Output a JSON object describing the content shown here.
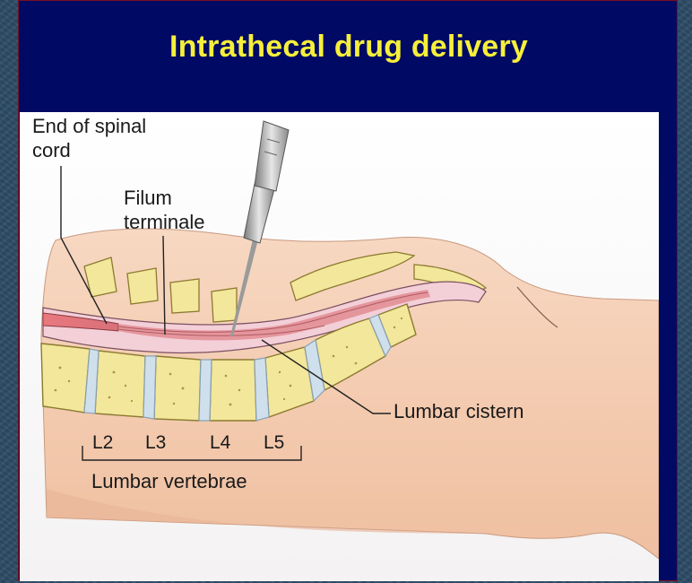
{
  "slide": {
    "title": "Intrathecal drug delivery"
  },
  "labels": {
    "end_of_spinal_cord": "End of spinal cord",
    "filum_terminale": "Filum terminale",
    "lumbar_cistern": "Lumbar cistern",
    "lumbar_vertebrae": "Lumbar vertebrae",
    "vertebra_levels": [
      "L2",
      "L3",
      "L4",
      "L5"
    ]
  },
  "colors": {
    "title_text": "#f6ef3a",
    "slide_background": "#000a64",
    "skin": "#f5d2b8",
    "bone": "#f2e79a",
    "disc": "#cfe0ec",
    "spinal_cord": "#e0848a"
  }
}
